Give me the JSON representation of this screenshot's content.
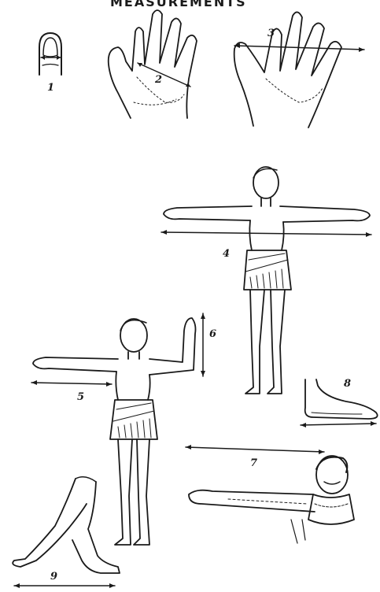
{
  "header": {
    "title": "MEASUREMENTS"
  },
  "labels": {
    "thumb": "1",
    "palm": "2",
    "hand_span": "3",
    "arm_span": "4",
    "forearm": "5",
    "hand_length": "6",
    "arm_length": "7",
    "foot": "8",
    "pace": "9"
  }
}
